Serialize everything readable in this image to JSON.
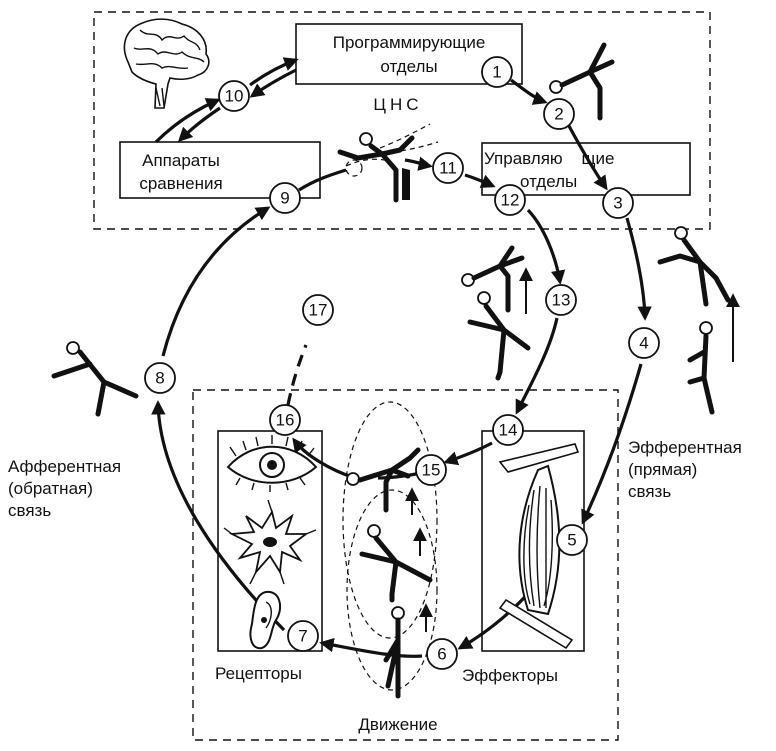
{
  "labels": {
    "programming": [
      "Программирующие",
      "отделы"
    ],
    "cns": "ЦНС",
    "comparison": [
      "Аппараты",
      "сравнения"
    ],
    "control": [
      "Управляю    щие",
      "отделы"
    ],
    "afferent": [
      "Афферентная",
      "(обратная)",
      "связь"
    ],
    "efferent": [
      "Эфферентная",
      "(прямая)",
      "связь"
    ],
    "receptors": "Рецепторы",
    "effectors": "Эффекторы",
    "movement": "Движение"
  },
  "nodes": [
    "1",
    "2",
    "3",
    "4",
    "5",
    "6",
    "7",
    "8",
    "9",
    "10",
    "11",
    "12",
    "13",
    "14",
    "15",
    "16",
    "17"
  ],
  "icons": {
    "brain": "brain-icon",
    "eye": "eye-icon",
    "receptor_cell": "receptor-cell-icon",
    "ear": "ear-icon",
    "muscle": "muscle-icon",
    "figure": "stick-figure-icon"
  }
}
